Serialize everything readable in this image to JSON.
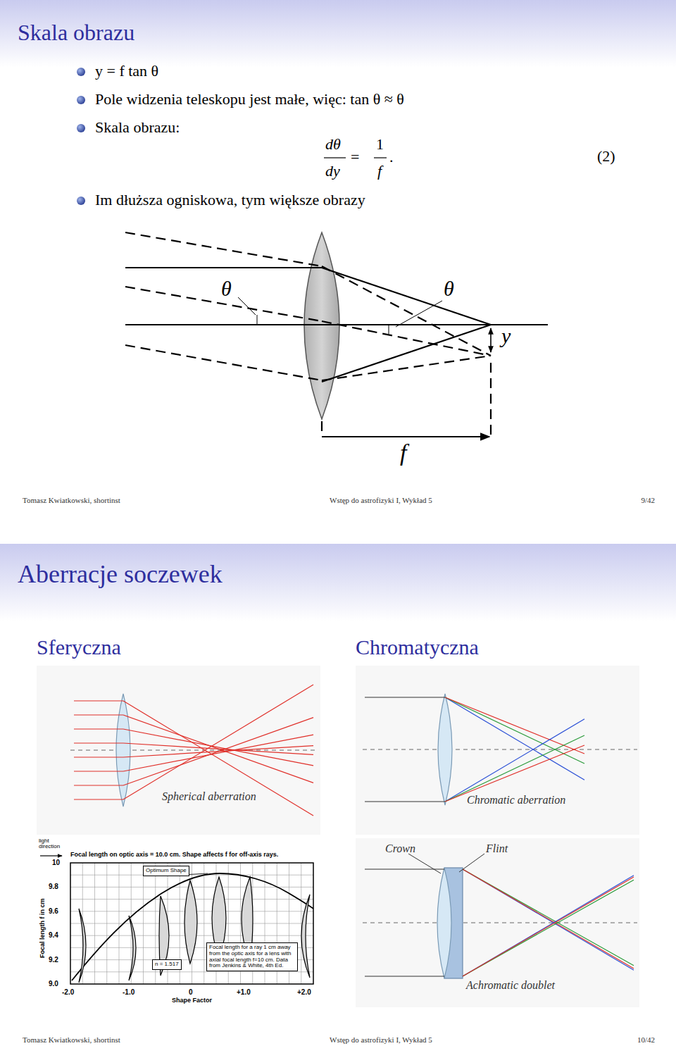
{
  "diagram": {
    "title": "Skala obrazu",
    "nodes": [
      {
        "text": [
          "Optimum Shape"
        ]
      },
      {
        "text": [
          "n = 1.517"
        ]
      },
      {
        "text": [
          "Focal length for a ray 1 cm away from the optic axis for a lens with axial focal length f=10 cm. Data from Jenkins & White, 4th Ed."
        ]
      }
    ],
    "labels": [
      "y = f tan θ",
      "Pole widzenia teleskopu jest małe, więc: tan θ ≈ θ",
      "Skala obrazu:",
      "dθ",
      "dy",
      "=",
      "1",
      "f",
      ".",
      "(2)",
      "Im dłuższa ogniskowa, tym większe obrazy",
      "θ",
      "θ",
      "y",
      "f",
      "Tomasz Kwiatkowski, shortinst",
      "Wstęp do astrofizyki I, Wykład 5",
      "9/42",
      "Aberracje soczewek",
      "Sferyczna",
      "Chromatyczna",
      "Spherical aberration",
      "Chromatic aberration",
      "light direction",
      "Focal length on optic axis = 10.0 cm. Shape affects f for off-axis rays.",
      "10",
      "9.8",
      "9.6",
      "9.4",
      "9.2",
      "9.0",
      "Focal length f in cm",
      "-2.0",
      "-1.0",
      "0",
      "+1.0",
      "+2.0",
      "Shape Factor",
      "Crown",
      "Flint",
      "Achromatic doublet",
      "Tomasz Kwiatkowski, shortinst",
      "Wstęp do astrofizyki I, Wykład 5",
      "10/42"
    ]
  }
}
